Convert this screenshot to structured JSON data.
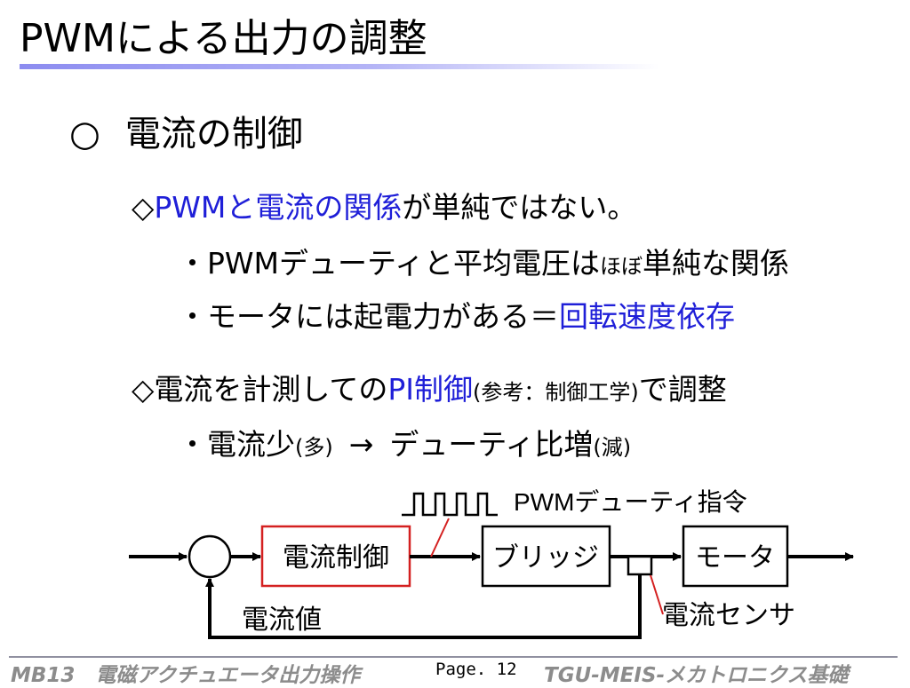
{
  "slide": {
    "title": "PWMによる出力の調整",
    "heading_marker": "○",
    "heading": "電流の制御",
    "item1": {
      "marker": "◇",
      "blue": "PWMと電流の関係",
      "rest": "が単純ではない。"
    },
    "sub1": {
      "marker": "・",
      "text_a": "PWMデューティと平均電圧は",
      "text_b": "ほぼ",
      "text_c": "単純な関係"
    },
    "sub2": {
      "marker": "・",
      "text": "モータには起電力がある＝",
      "blue": "回転速度依存"
    },
    "item2": {
      "marker": "◇",
      "text_a": "電流を計測しての",
      "blue": "PI制御",
      "note": "(参考：制御工学)",
      "text_b": "で調整"
    },
    "sub3": {
      "marker": "・",
      "text_a": "電流少",
      "note_a": "(多)",
      "arrow": "→",
      "text_b": "デューティ比増",
      "note_b": "(減)"
    }
  },
  "diagram": {
    "pwm_label": "PWMデューティ指令",
    "current_control": "電流制御",
    "bridge": "ブリッジ",
    "motor": "モータ",
    "current_value": "電流値",
    "current_sensor": "電流センサ"
  },
  "footer": {
    "left": "MB13　電磁アクチュエータ出力操作",
    "page": "Page. 12",
    "right": "TGU-MEIS-メカトロニクス基礎"
  },
  "colors": {
    "blue_text": "#1f1fd8",
    "red_box": "#d42020",
    "title_bar": "#8c8cf0",
    "footer_text": "#8c8c8c"
  }
}
